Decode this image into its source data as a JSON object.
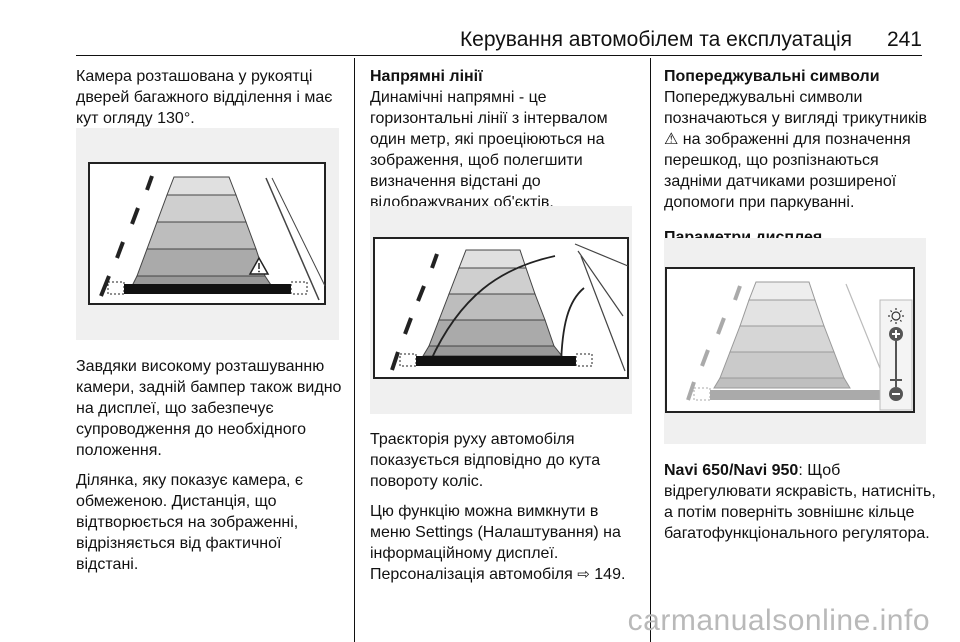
{
  "header": {
    "title": "Керування автомобілем та експлуатація",
    "page_number": "241"
  },
  "col1": {
    "p1": "Камера розташована у рукоятці дверей багажного відділення і має кут огляду 130°.",
    "p2": "Завдяки високому розташуванню камери, задній бампер також видно на дисплеї, що забезпечує супроводження до необхідного положення.",
    "p3": "Ділянка, яку показує камера, є обмеженою. Дистанція, що відтворюється на зображенні, відрізняється від фактичної відстані."
  },
  "col2": {
    "heading": "Напрямні лінії",
    "p1": "Динамічні напрямні - це горизонтальні лінії з інтервалом один метр, які проеціюються на зображення, щоб полегшити визначення відстані до відображуваних об'єктів.",
    "p2": "Траєкторія руху автомобіля показується відповідно до кута повороту коліс.",
    "p3_text": "Цю функцію можна вимкнути в меню Settings (Налаштування) на інформаційному дисплеї. Персоналізація автомобіля",
    "p3_icon": "reference-arrow-icon",
    "p3_page": "149."
  },
  "col3": {
    "heading1": "Попереджувальні символи",
    "p1_a": "Попереджувальні символи позначаються у вигляді трикутників",
    "p1_icon": "warning-triangle-icon",
    "p1_b": "на зображенні для позначення перешкод, що розпізнаються задніми датчиками розширеної допомоги при паркуванні.",
    "heading2": "Параметри дисплея",
    "p2_bold": "Navi 650/Navi 950",
    "p2_rest": ": Щоб відрегулювати яскравість, натисніть, а потім поверніть зовнішнє кільце багатофункціонального регулятора."
  },
  "watermark": "carmanualsonline.info"
}
